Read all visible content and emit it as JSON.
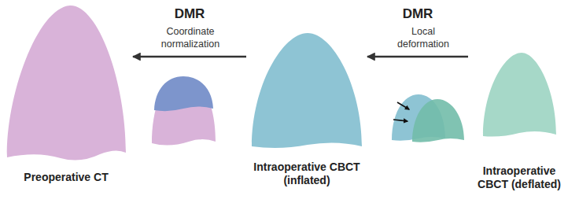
{
  "diagram": {
    "nodes": [
      {
        "text": [
          "Preoperative CT"
        ]
      },
      {
        "text": [
          "Intraoperative CBCT (inflated)"
        ]
      },
      {
        "text": [
          "Intraoperative CBCT (deflated)"
        ]
      }
    ],
    "edges": [
      {
        "from": 1,
        "to": 0,
        "arrow": "to",
        "label": "DMR"
      },
      {
        "from": 2,
        "to": 1,
        "arrow": "to",
        "label": "DMR"
      }
    ],
    "labels": [
      "Coordinate normalization",
      "Local deformation"
    ]
  }
}
